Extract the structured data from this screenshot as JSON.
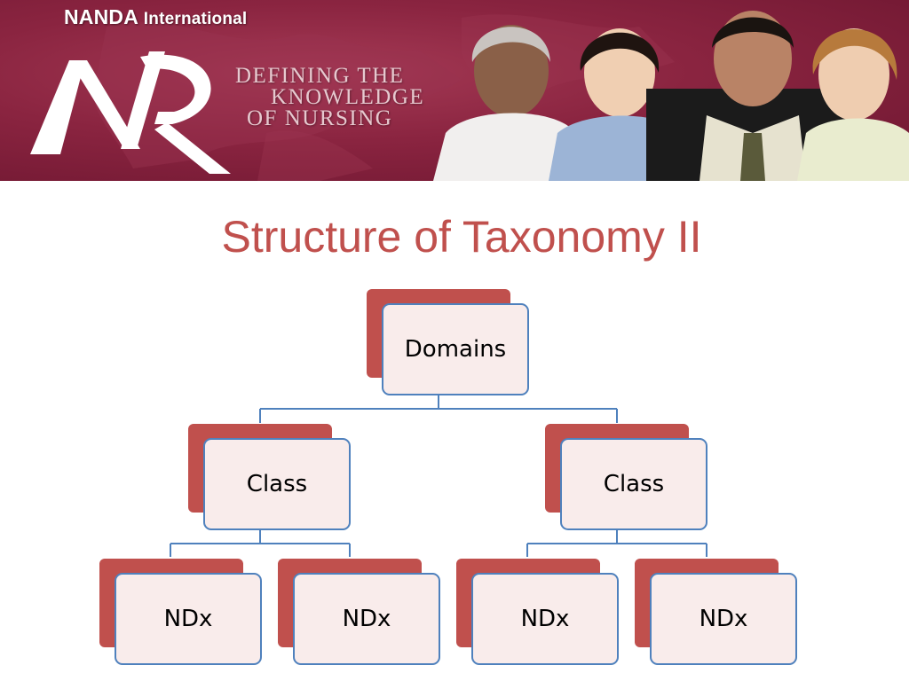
{
  "banner": {
    "brand": "NANDA",
    "brand_suffix": "International",
    "tagline": [
      "Defining the",
      "Knowledge",
      "of Nursing"
    ],
    "logo_mark": "NR-logo-icon",
    "colors": {
      "banner_bg": "#8a2440",
      "logo": "#ffffff"
    }
  },
  "title": "Structure of Taxonomy II",
  "diagram": {
    "root": {
      "label": "Domains"
    },
    "classes": [
      {
        "label": "Class",
        "children": [
          {
            "label": "NDx"
          },
          {
            "label": "NDx"
          }
        ]
      },
      {
        "label": "Class",
        "children": [
          {
            "label": "NDx"
          },
          {
            "label": "NDx"
          }
        ]
      }
    ],
    "colors": {
      "back": "#c0504d",
      "front_fill": "#f9eceb",
      "border": "#4f81bd",
      "connector": "#4f81bd",
      "title": "#c0504d"
    }
  }
}
